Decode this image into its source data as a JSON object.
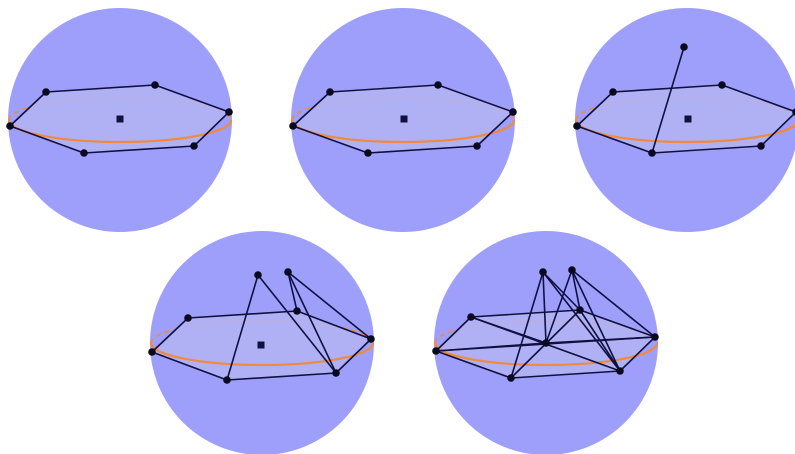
{
  "figure": {
    "panel_count": 5,
    "colors": {
      "sphere": "#9d9ffb",
      "equator": "#f08a3c",
      "disk_fill": "#b4b4f2",
      "edge": "#101040",
      "vertex": "#0a0a1e"
    },
    "panels": [
      {
        "id": "panel-1",
        "hull_edges": true,
        "apex_count": 0,
        "spokes": "none",
        "center_dot": true
      },
      {
        "id": "panel-2",
        "hull_edges": true,
        "apex_count": 0,
        "spokes": "none",
        "center_dot": true
      },
      {
        "id": "panel-3",
        "hull_edges": true,
        "apex_count": 1,
        "spokes": "single-edge",
        "center_dot": true
      },
      {
        "id": "panel-4",
        "hull_edges": true,
        "apex_count": 2,
        "spokes": "to-rim",
        "center_dot": true
      },
      {
        "id": "panel-5",
        "hull_edges": false,
        "apex_count": 2,
        "spokes": "full-cone",
        "center_dot": false
      }
    ]
  }
}
